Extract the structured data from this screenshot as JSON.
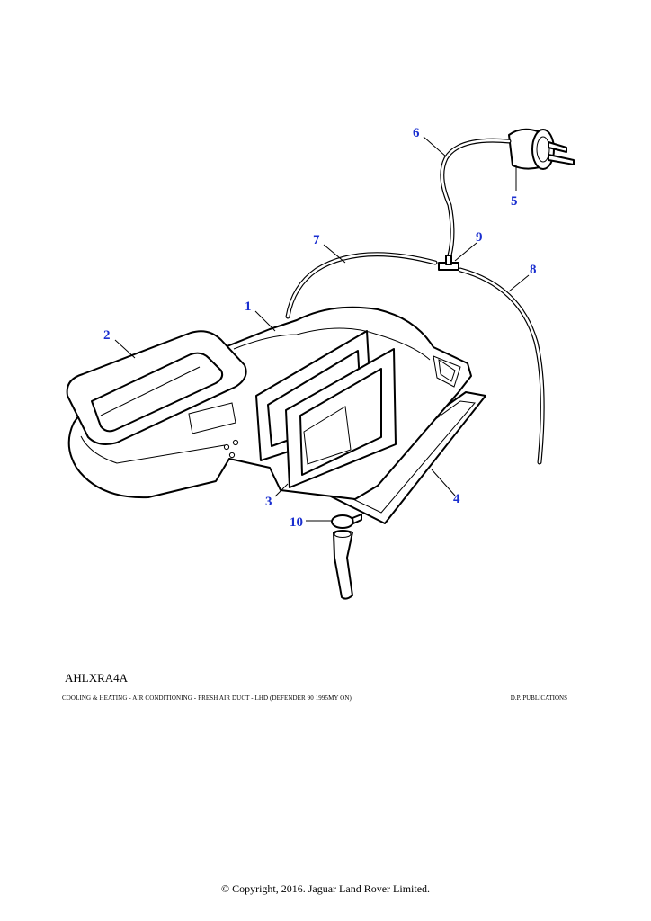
{
  "diagram": {
    "callouts": [
      {
        "id": "1",
        "label": "1",
        "part": "fresh-air-duct"
      },
      {
        "id": "2",
        "label": "2",
        "part": "duct-seal-upper"
      },
      {
        "id": "3",
        "label": "3",
        "part": "duct-seal-frame"
      },
      {
        "id": "4",
        "label": "4",
        "part": "duct-seal-base"
      },
      {
        "id": "5",
        "label": "5",
        "part": "vacuum-valve"
      },
      {
        "id": "6",
        "label": "6",
        "part": "vacuum-hose-valve"
      },
      {
        "id": "7",
        "label": "7",
        "part": "vacuum-hose-left"
      },
      {
        "id": "8",
        "label": "8",
        "part": "vacuum-hose-right"
      },
      {
        "id": "9",
        "label": "9",
        "part": "t-connector"
      },
      {
        "id": "10",
        "label": "10",
        "part": "hose-clip"
      }
    ],
    "callout_color": "#1a2fd0",
    "line_color": "#000000"
  },
  "footer": {
    "code": "AHLXRA4A",
    "caption": "COOLING & HEATING - AIR CONDITIONING - FRESH AIR DUCT - LHD (DEFENDER 90 1995MY ON)",
    "publisher": "D.P. PUBLICATIONS",
    "copyright": "© Copyright, 2016. Jaguar Land Rover Limited."
  }
}
